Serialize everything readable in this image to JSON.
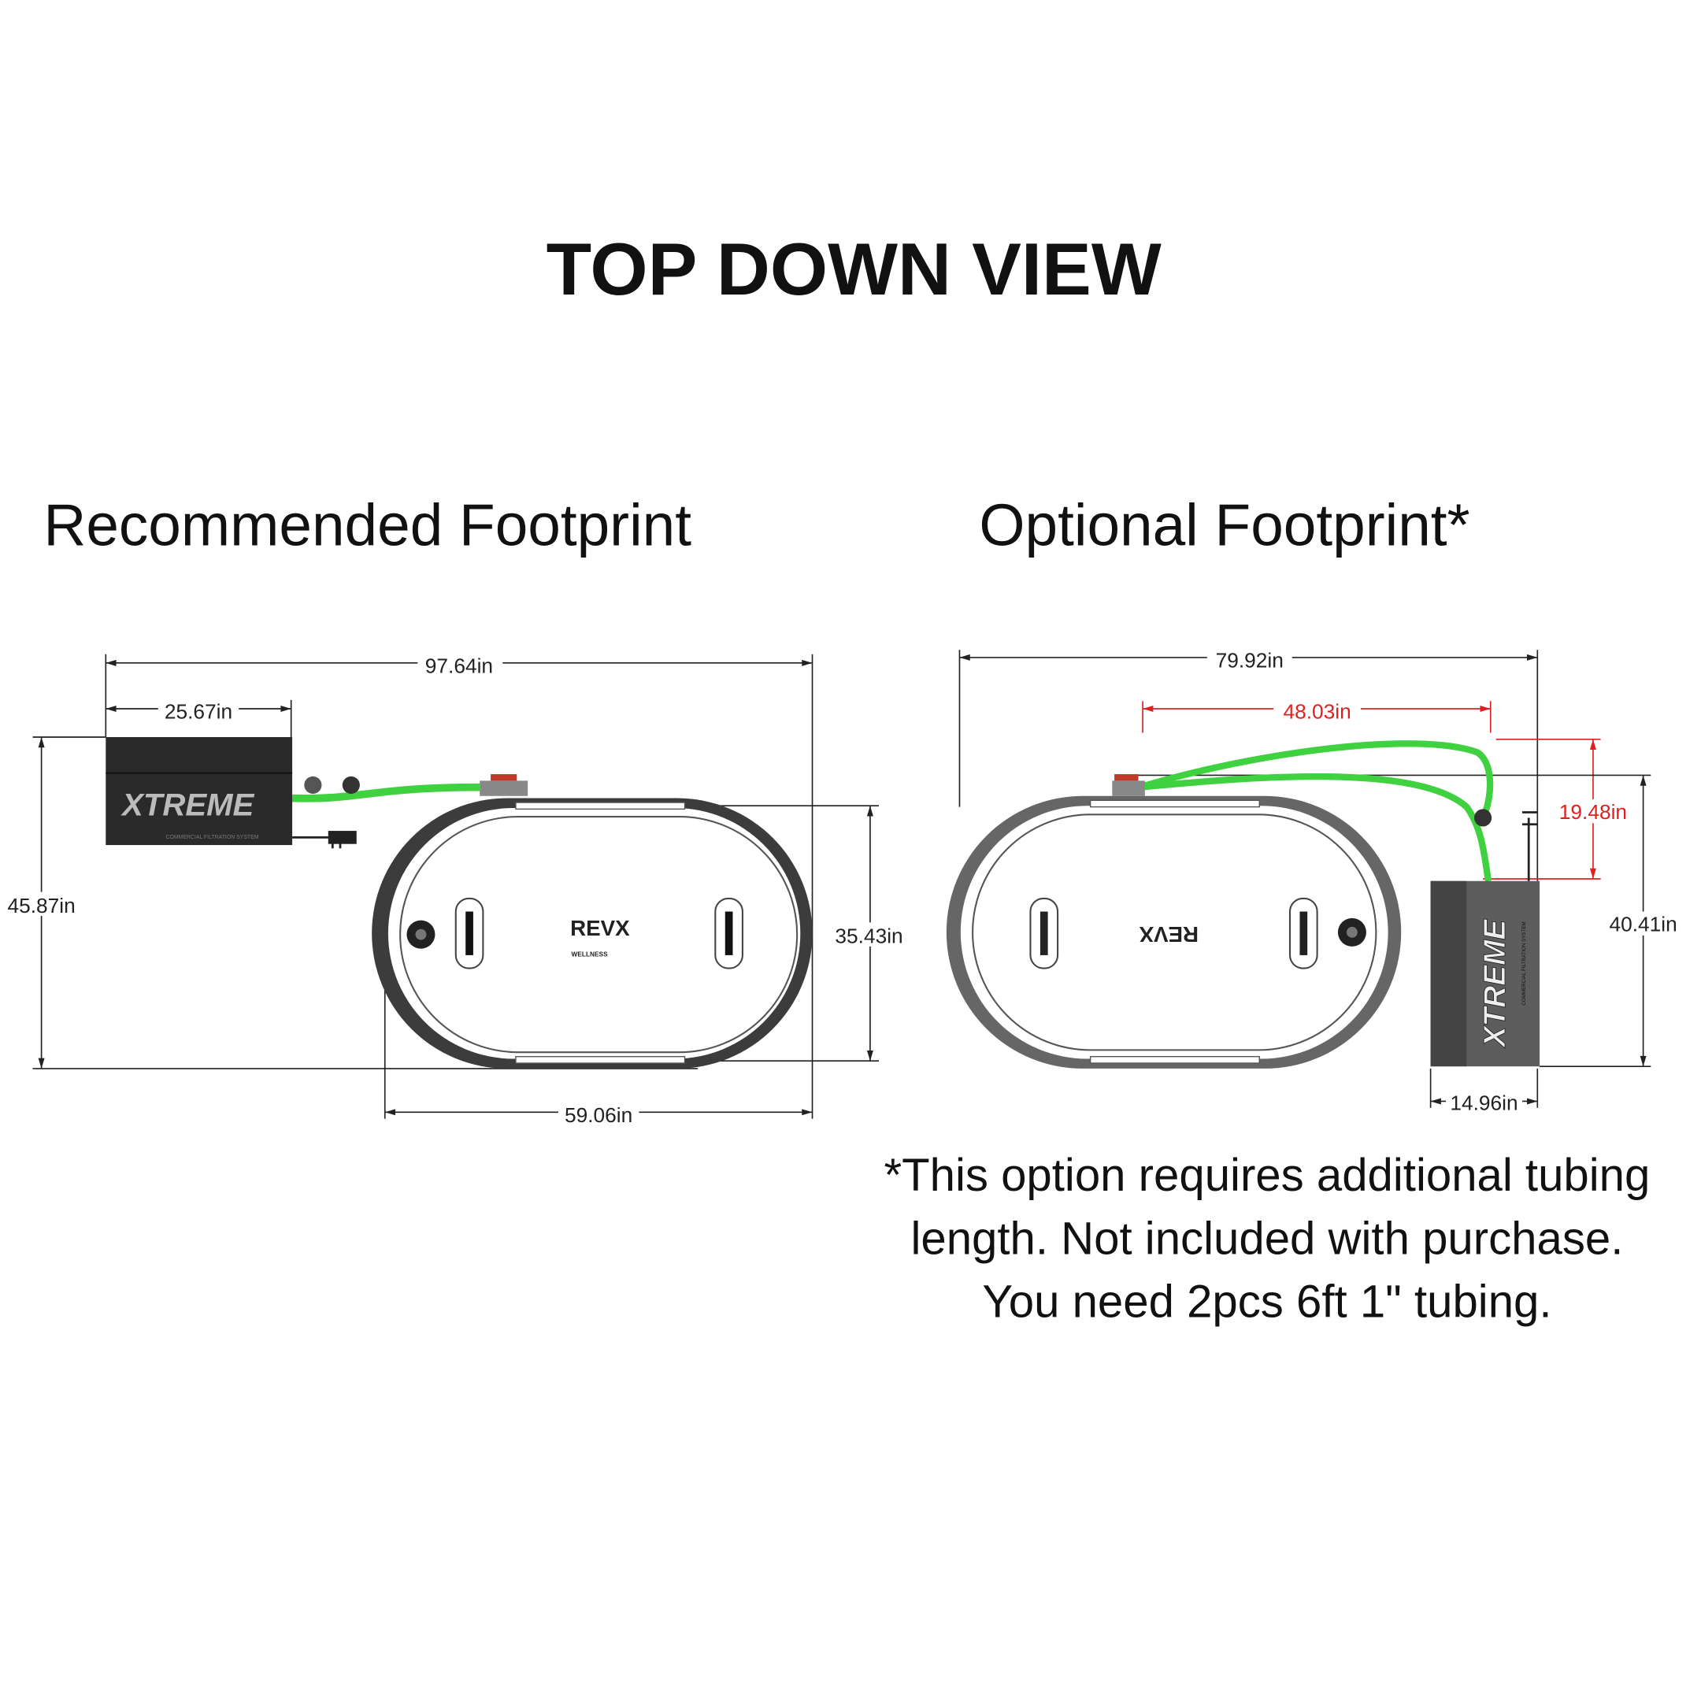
{
  "title": "TOP DOWN VIEW",
  "recommended": {
    "heading": "Recommended Footprint",
    "dims": {
      "overall_width": "97.64in",
      "unit_width": "25.67in",
      "overall_depth": "45.87in",
      "tub_depth": "35.43in",
      "tub_width": "59.06in"
    },
    "unit_logo": "XTREME",
    "unit_subtitle": "COMMERCIAL FILTRATION SYSTEM",
    "tub_logo": "REVX",
    "tub_logo_sub": "WELLNESS"
  },
  "optional": {
    "heading": "Optional Footprint*",
    "dims": {
      "overall_width": "79.92in",
      "tubing_span": "48.03in",
      "tubing_offset": "19.48in",
      "overall_depth": "40.41in",
      "unit_width": "14.96in"
    },
    "unit_logo": "XTREME",
    "unit_subtitle": "COMMERCIAL FILTRATION SYSTEM",
    "tub_logo": "REVX"
  },
  "footnote": [
    "*This option requires additional tubing",
    "length. Not included with purchase.",
    "You need 2pcs 6ft 1\" tubing."
  ],
  "colors": {
    "tubing": "#3fd13f",
    "dimension_highlight": "#e02020",
    "unit": "#2a2a2a",
    "tub": "#555555"
  }
}
